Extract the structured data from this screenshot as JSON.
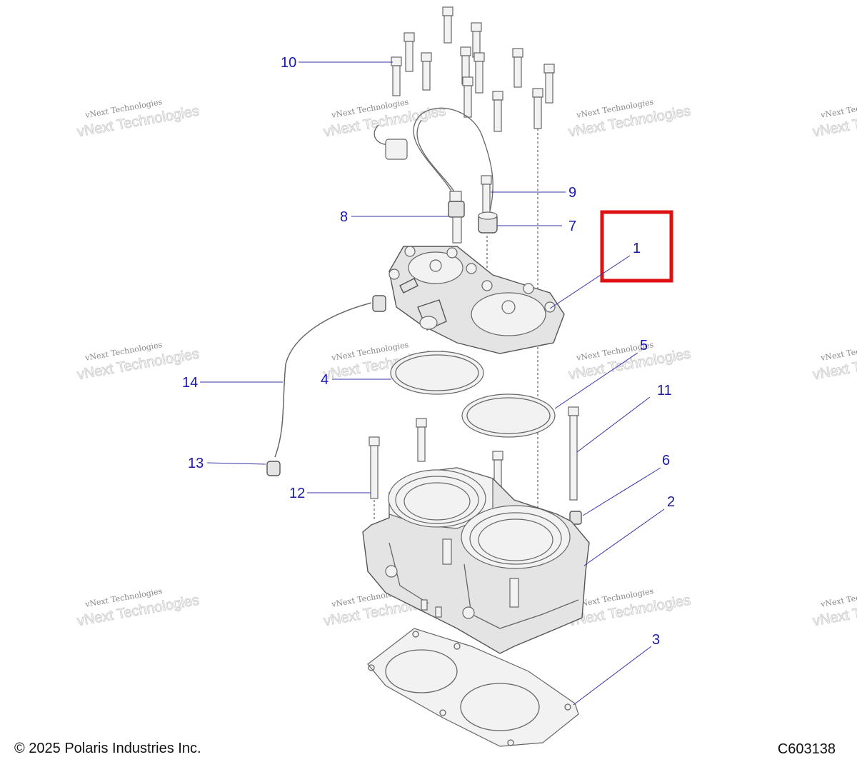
{
  "diagram": {
    "callouts": [
      "1",
      "2",
      "3",
      "4",
      "5",
      "6",
      "7",
      "8",
      "9",
      "10",
      "11",
      "12",
      "13",
      "14"
    ],
    "highlight_color": "#dd1111",
    "callout_color": "#1a1aa8"
  },
  "watermark": {
    "line1": "vNext Technologies",
    "line2": "vNext Technologies"
  },
  "footer": {
    "copyright": "© 2025 Polaris Industries Inc.",
    "code": "C603138"
  }
}
